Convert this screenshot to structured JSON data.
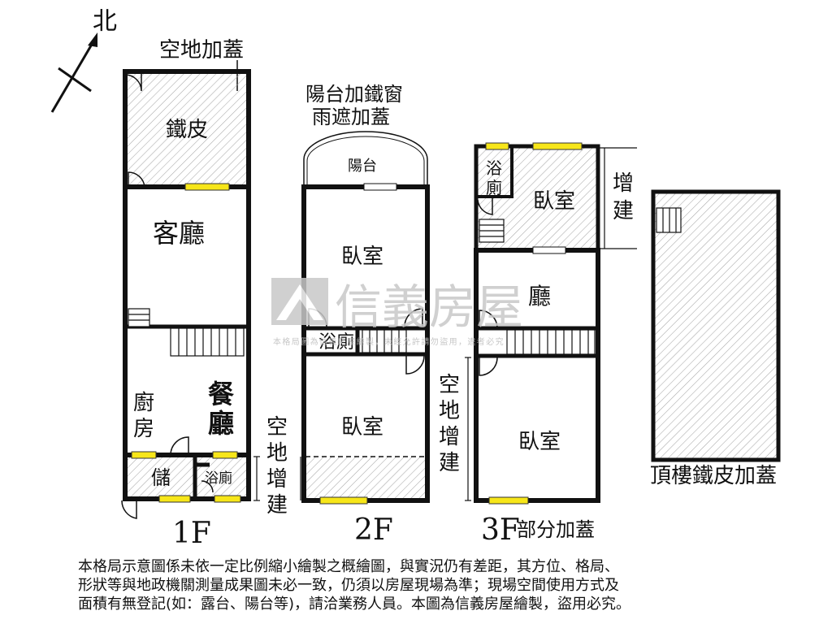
{
  "compass": {
    "label": "北"
  },
  "annotations": {
    "open_land_addition_1f": "空地加蓋",
    "balcony_addition_line1": "陽台加鐵窗",
    "balcony_addition_line2": "雨遮加蓋",
    "extension_3f_line1": "增",
    "extension_3f_line2": "建",
    "side_extension_1f": [
      "空",
      "地",
      "增",
      "建"
    ],
    "side_extension_3f": [
      "空",
      "地",
      "增",
      "建"
    ]
  },
  "floors": {
    "f1": {
      "label": "1F",
      "rooms": {
        "iron_sheet": "鐵皮",
        "living_room": "客廳",
        "kitchen": [
          "廚",
          "房"
        ],
        "dining": [
          "餐",
          "廳"
        ],
        "storage": "儲",
        "bath": "浴廁"
      }
    },
    "f2": {
      "label": "2F",
      "rooms": {
        "balcony": "陽台",
        "bedroom_front": "臥室",
        "bath": "浴廁",
        "bedroom_back": "臥室"
      }
    },
    "f3": {
      "label": "3F",
      "suffix": "部分加蓋",
      "rooms": {
        "bath": [
          "浴",
          "廁"
        ],
        "bedroom_front": "臥室",
        "hall": "廳",
        "bedroom_back": "臥室"
      }
    },
    "roof": {
      "label": "頂樓鐵皮加蓋"
    }
  },
  "watermark": {
    "brand": "信義房屋",
    "fine_print": "本格局圖為信義房屋繪製，未經允許請勿盜用，違者必究"
  },
  "colors": {
    "wall": "#111111",
    "window": "#f7e619",
    "hatch": "#9a9a9a",
    "watermark": "#c8c8c8"
  },
  "disclaimer": [
    "本格局示意圖係未依一定比例縮小繪製之概繪圖，與實況仍有差距，其方位、格局、",
    "形狀等與地政機關測量成果圖未必一致，仍須以房屋現場為準；現場空間使用方式及",
    "面積有無登記(如：露台、陽台等)，請洽業務人員。本圖為信義房屋繪製，盜用必究。"
  ]
}
